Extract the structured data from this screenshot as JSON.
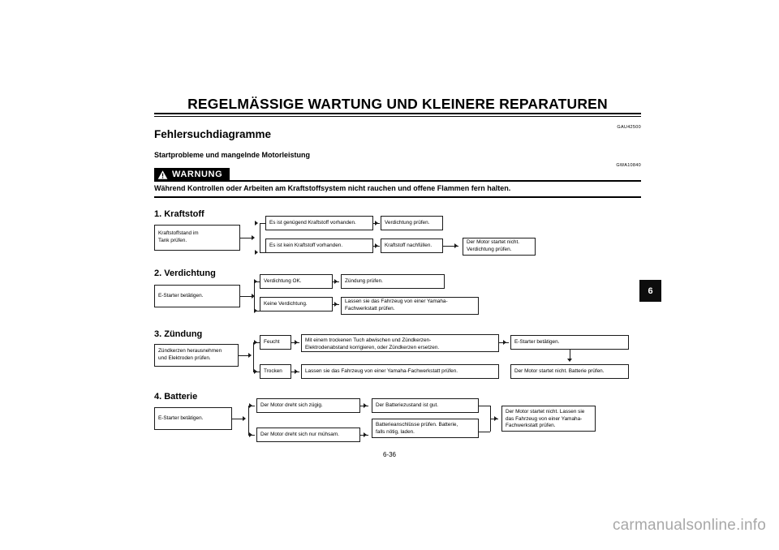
{
  "document": {
    "header_title": "REGELMÄSSIGE WARTUNG UND KLEINERE REPARATUREN",
    "section_heading": "Fehlersuchdiagramme",
    "sub_heading": "Startprobleme und mangelnde Motorleistung",
    "ref_code_section": "GAU42500",
    "ref_code_warning": "GWA10840",
    "page_number": "6-36",
    "chapter_tab": "6",
    "watermark": "carmanualsonline.info"
  },
  "warning": {
    "label": "WARNUNG",
    "icon": "warning-triangle-icon",
    "text": "Während Kontrollen oder Arbeiten am Kraftstoffsystem nicht rauchen und offene Flammen fern halten."
  },
  "flow": {
    "sections": [
      {
        "title": "1. Kraftstoff",
        "start": "Kraftstoffstand im\nTank prüfen.",
        "start_lines": [
          "Kraftstoffstand im",
          "Tank prüfen."
        ],
        "branch_top": "Es ist genügend Kraftstoff vorhanden.",
        "branch_bottom": "Es ist kein Kraftstoff vorhanden.",
        "result_top": "Verdichtung prüfen.",
        "result_bottom": "Kraftstoff nachfüllen.",
        "final_lines": [
          "Der Motor startet nicht.",
          "Verdichtung prüfen."
        ]
      },
      {
        "title": "2. Verdichtung",
        "start": "E-Starter betätigen.",
        "branch_top": "Verdichtung OK.",
        "branch_bottom": "Keine Verdichtung.",
        "result_top": "Zündung prüfen.",
        "result_bottom_lines": [
          "Lassen sie das Fahrzeug von einer Yamaha-",
          "Fachwerkstatt prüfen."
        ]
      },
      {
        "title": "3. Zündung",
        "start_lines": [
          "Zündkerzen herausnehmen",
          "und Elektroden prüfen."
        ],
        "branch_top": "Feucht",
        "branch_bottom": "Trocken",
        "result_top_lines": [
          "Mit einem trockenen Tuch abwischen und Zündkerzen-",
          "Elektrodenabstand korrigieren, oder Zündkerzen ersetzen."
        ],
        "result_bottom": "Lassen sie das Fahrzeug von einer Yamaha-Fachwerkstatt prüfen.",
        "final_top": "E-Starter betätigen.",
        "final_bottom": "Der Motor startet nicht. Batterie prüfen."
      },
      {
        "title": "4. Batterie",
        "start": "E-Starter betätigen.",
        "branch_top": "Der Motor dreht sich zügig.",
        "branch_bottom": "Der Motor dreht sich nur mühsam.",
        "result_top": "Der Batteriezustand ist gut.",
        "result_bottom_lines": [
          "Batterieanschlüsse prüfen. Batterie,",
          "falls nötig, laden."
        ],
        "final_lines": [
          "Der Motor startet nicht. Lassen sie",
          "das Fahrzeug von einer Yamaha-",
          "Fachwerkstatt prüfen."
        ]
      }
    ]
  }
}
